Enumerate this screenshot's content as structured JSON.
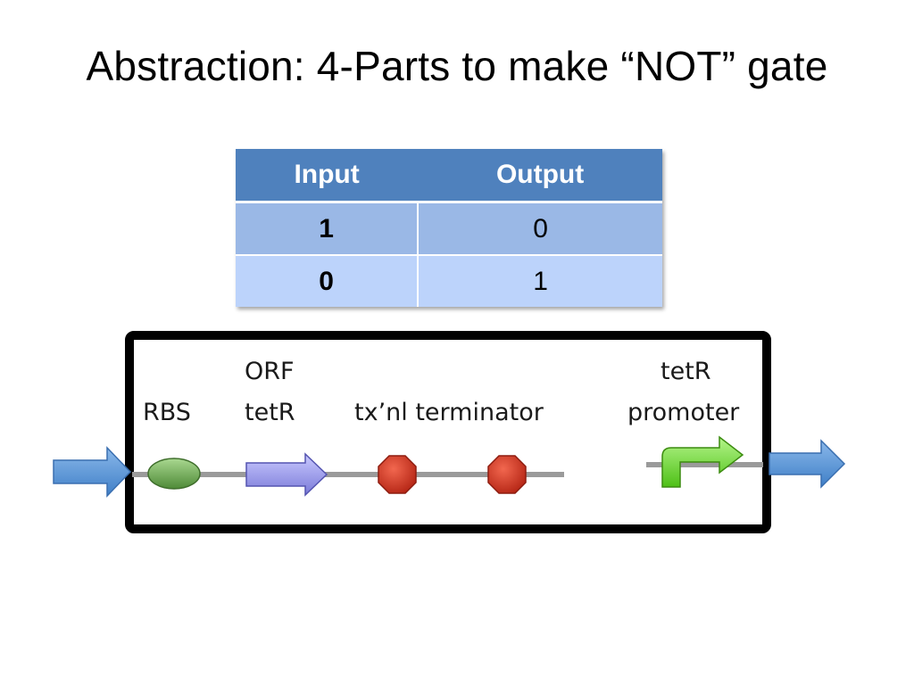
{
  "title": "Abstraction: 4-Parts to make “NOT” gate",
  "truth_table": {
    "headers": [
      "Input",
      "Output"
    ],
    "rows": [
      {
        "input": "1",
        "output": "0"
      },
      {
        "input": "0",
        "output": "1"
      }
    ]
  },
  "diagram": {
    "labels": {
      "rbs": "RBS",
      "orf_line1": "ORF",
      "orf_line2": "tetR",
      "terminator": "tx’nl terminator",
      "promoter_line1": "tetR",
      "promoter_line2": "promoter"
    },
    "colors": {
      "frame": "#000000",
      "dna_line": "#9a9a9a",
      "rbs": "#6aa84f",
      "orf": "#9999ee",
      "terminator": "#d93c25",
      "promoter": "#6ddc2a",
      "io_arrow": "#5b9bd5"
    },
    "icons": [
      "input-arrow-icon",
      "rbs-icon",
      "orf-arrow-icon",
      "terminator-icon",
      "promoter-arrow-icon",
      "output-arrow-icon"
    ]
  }
}
